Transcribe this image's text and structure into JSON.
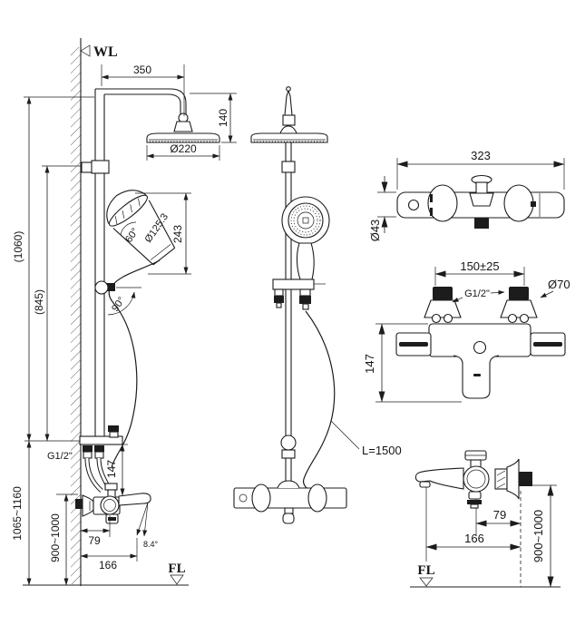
{
  "labels": {
    "water_level": "WL",
    "floor_left": "FL",
    "floor_right": "FL"
  },
  "side_view": {
    "arm_reach": "350",
    "head_drop": "140",
    "head_diameter": "Ø220",
    "hand_shower_diameter": "Ø125.3",
    "hand_shower_angle": "60°",
    "hand_shower_height": "243",
    "riser_angle": "90°",
    "overall_height": "(1060)",
    "bracket_height": "(845)",
    "inlet_thread": "G1/2\"",
    "inlet_to_spout": "147",
    "spout_tilt": "8.4°",
    "wall_to_valve": "79",
    "wall_to_spout": "166",
    "mount_range": "1065~1160",
    "valve_range": "900~1000"
  },
  "front_view": {
    "hose_length": "L=1500"
  },
  "valve_top_view": {
    "width": "323",
    "body_diameter": "Ø43"
  },
  "valve_front_view": {
    "inlet_spacing": "150±25",
    "inlet_thread": "G1/2\"",
    "escutcheon_diameter": "Ø70",
    "height": "147"
  },
  "valve_side_view": {
    "valve_to_wall": "79",
    "spout_to_wall": "166",
    "height_range": "900~1000"
  },
  "colors": {
    "line": "#1c1c1c",
    "background": "#ffffff"
  }
}
